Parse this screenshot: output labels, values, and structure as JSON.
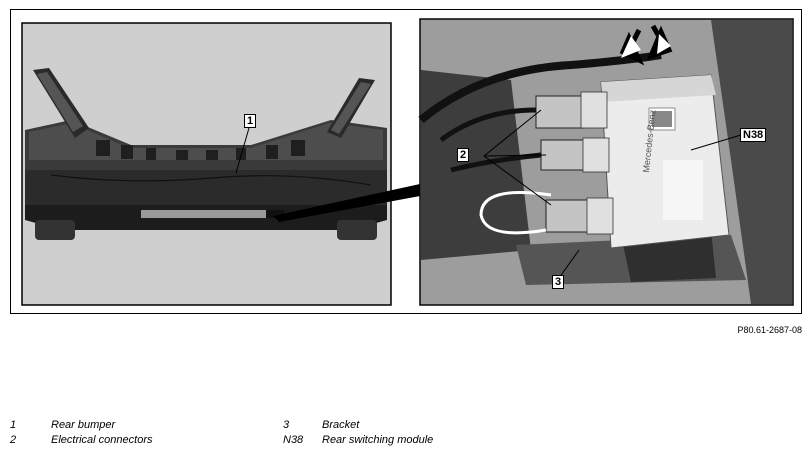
{
  "figure": {
    "reference": "P80.61-2687-08",
    "callouts": {
      "left_1": "1",
      "right_2": "2",
      "right_n38": "N38",
      "right_3": "3"
    },
    "module_brand": "Mercedes-Benz"
  },
  "legend": [
    {
      "key": "1",
      "text": "Rear bumper"
    },
    {
      "key": "2",
      "text": "Electrical connectors"
    },
    {
      "key": "3",
      "text": "Bracket"
    },
    {
      "key": "N38",
      "text": "Rear switching module"
    }
  ]
}
